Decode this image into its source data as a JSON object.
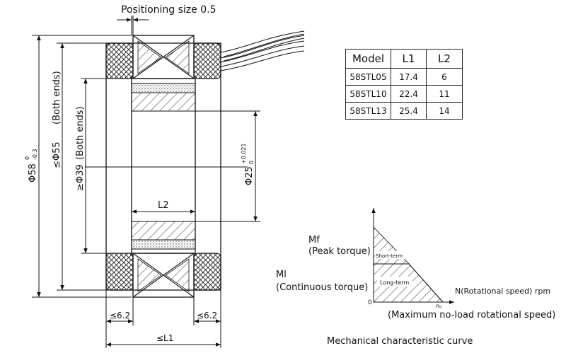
{
  "drawing": {
    "positioning_label": "Positioning size 0.5",
    "dim_outer": "Φ58",
    "dim_outer_tol_upper": "0",
    "dim_outer_tol_lower": "-0.3",
    "dim_55": "≤Φ55",
    "dim_both_ends_1": "(Both ends)",
    "dim_39": "≥Φ39",
    "dim_both_ends_2": "(Both ends)",
    "dim_bore": "Φ25",
    "dim_bore_tol_upper": "+0.021",
    "dim_bore_tol_lower": "0",
    "dim_l2": "L2",
    "dim_left_62": "≤6.2",
    "dim_right_62": "≤6.2",
    "dim_l1": "≤L1"
  },
  "spec_table": {
    "headers": [
      "Model",
      "L1",
      "L2"
    ],
    "rows": [
      [
        "58STL05",
        "17.4",
        "6"
      ],
      [
        "58STL10",
        "22.4",
        "11"
      ],
      [
        "58STL13",
        "25.4",
        "14"
      ]
    ]
  },
  "curve": {
    "mf_label": "Mf",
    "mf_desc": "(Peak torque)",
    "ml_label": "Ml",
    "ml_desc": "(Continuous torque)",
    "short_term": "Short-term",
    "long_term": "Long-term",
    "origin": "0",
    "n0_label": "n₀",
    "x_axis_label": "N(Rotational speed) rpm",
    "max_speed_label": "(Maximum no-load rotational speed)",
    "caption": "Mechanical characteristic curve"
  }
}
